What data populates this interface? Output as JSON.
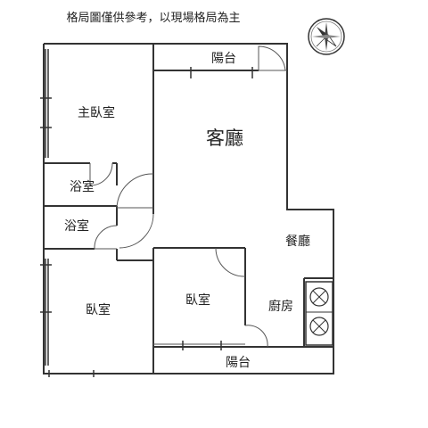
{
  "note": "格局圖僅供參考，以現場格局為主",
  "rooms": {
    "living": "客廳",
    "master_bedroom": "主臥室",
    "bath_1": "浴室",
    "bath_2": "浴室",
    "bedroom_left": "臥室",
    "bedroom_center": "臥室",
    "dining": "餐廳",
    "kitchen": "廚房",
    "balcony_top": "陽台",
    "balcony_bottom": "陽台"
  },
  "icons": {
    "compass": "compass-rose-icon",
    "stove": "gas-stove-icon"
  }
}
